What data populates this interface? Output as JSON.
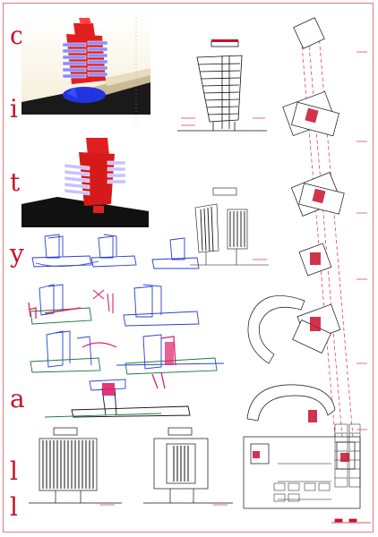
{
  "poster": {
    "vertical_title_letters": [
      "c",
      "i",
      "t",
      "y",
      "a",
      "l",
      "l"
    ],
    "accent_color": "#c8102e",
    "line_color": "#111111",
    "render_blue": "#3b4cff",
    "render_red": "#e02020"
  }
}
